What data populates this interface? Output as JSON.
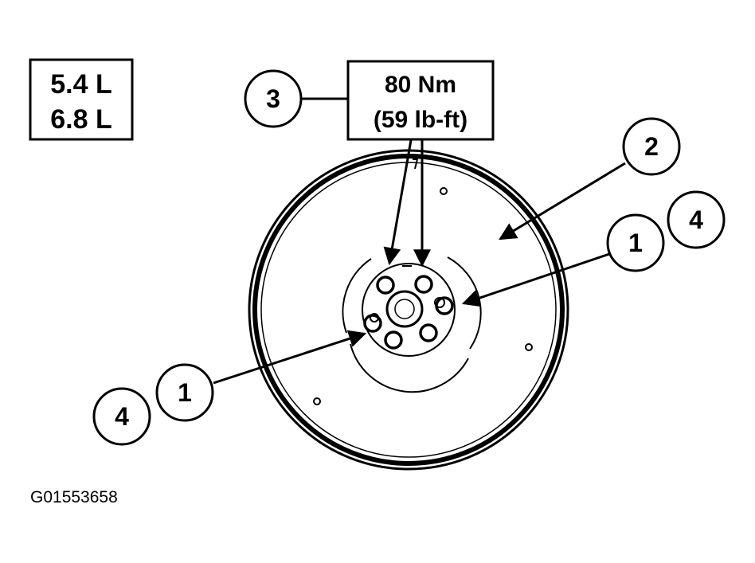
{
  "engine_box": {
    "line1": "5.4 L",
    "line2": "6.8 L"
  },
  "torque_box": {
    "line1": "80 Nm",
    "line2": "(59 lb-ft)"
  },
  "callouts": {
    "c3": "3",
    "c2": "2",
    "c1_right": "1",
    "c4_right": "4",
    "c1_left": "1",
    "c4_left": "4"
  },
  "figure_id": "G01553658",
  "colors": {
    "ink": "#000000",
    "paper": "#ffffff"
  }
}
